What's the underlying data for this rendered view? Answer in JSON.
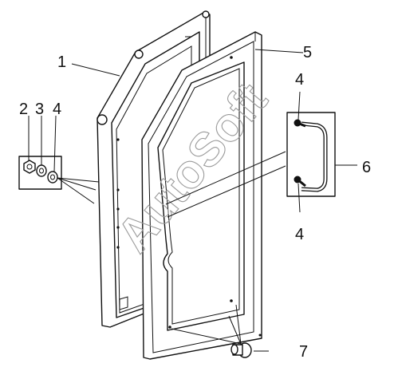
{
  "callouts": {
    "c1": "1",
    "c2": "2",
    "c3": "3",
    "c4_left": "4",
    "c5": "5",
    "c4_top": "4",
    "c6": "6",
    "c4_bottom": "4",
    "c7": "7"
  },
  "watermark": "AutoSoft",
  "icons": {
    "nut": "hex-nut-icon",
    "washer": "washer-icon",
    "bracket": "u-bracket-icon",
    "bolt": "bolt-icon"
  },
  "colors": {
    "line": "#111111",
    "watermark": "#9a9a9a",
    "background": "#ffffff"
  }
}
